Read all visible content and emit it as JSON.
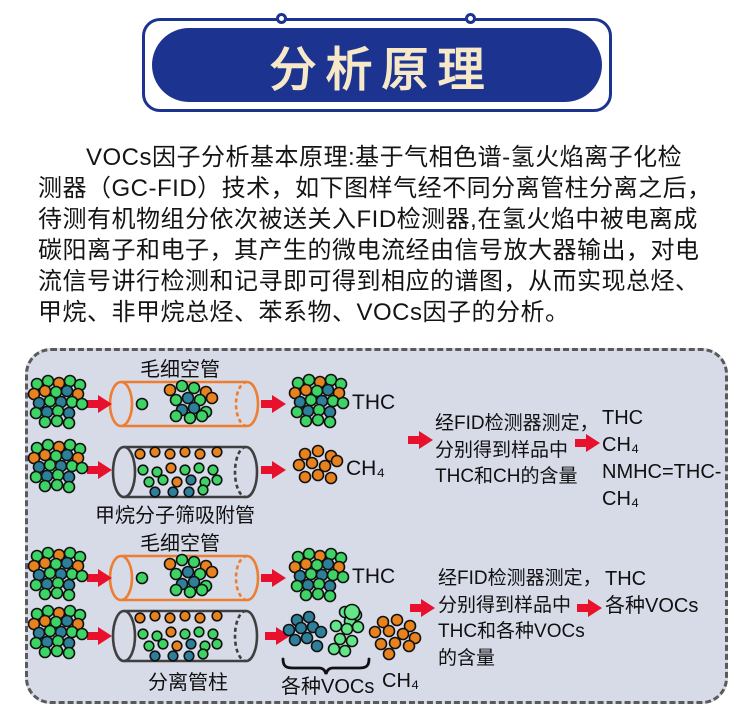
{
  "header": {
    "title": "分析原理"
  },
  "intro": {
    "lines": [
      "VOCs因子分析基本原理:基于气相色谱-氢火焰离子化检",
      "测器（GC-FID）技术，如下图样气经不同分离管柱分离之后，",
      "待测有机物组分依次被送关入FID检测器,在氢火焰中被电离成",
      "碳阳离子和电子，其产生的微电流经由信号放大器输出，对电",
      "流信号讲行检测和记寻即可得到相应的谱图，从而实现总烃、",
      "甲烷、非甲烷总烃、苯系物、VOCs因子的分析。"
    ]
  },
  "diagram": {
    "top": {
      "capillary_label": "毛细空管",
      "sieve_label": "甲烷分子筛吸附管",
      "row1_result": "THC",
      "row2_result": "CH₄",
      "note_lines": [
        "经FID检测器测定，",
        "分别得到样品中",
        "THC和CH的含量"
      ],
      "result_lines": [
        "THC",
        "CH₄",
        "NMHC=THC-CH₄"
      ]
    },
    "bottom": {
      "capillary_label": "毛细空管",
      "column_label": "分离管柱",
      "row1_result": "THC",
      "vocs_group_label": "各种VOCs",
      "ch4_group_label": "CH₄",
      "note_lines": [
        "经FID检测器测定，",
        "分别得到样品中",
        "THC和各种VOCs",
        "的含量"
      ],
      "result_lines": [
        "THC",
        "各种VOCs"
      ]
    },
    "colors": {
      "panel_bg": "#d7dbe8",
      "panel_border": "#5a5a5a",
      "arrow_red": "#e8112d",
      "tube_orange": "#ed7d31",
      "tube_dark": "#3f3f3f",
      "dot_green": "#3dd465",
      "dot_light_green": "#63e689",
      "dot_orange": "#e8821e",
      "dot_teal": "#2e7f99",
      "dot_outline": "#111111"
    }
  },
  "theme": {
    "banner_blue": "#1c3490",
    "banner_text_color": "#f7e8c8"
  }
}
